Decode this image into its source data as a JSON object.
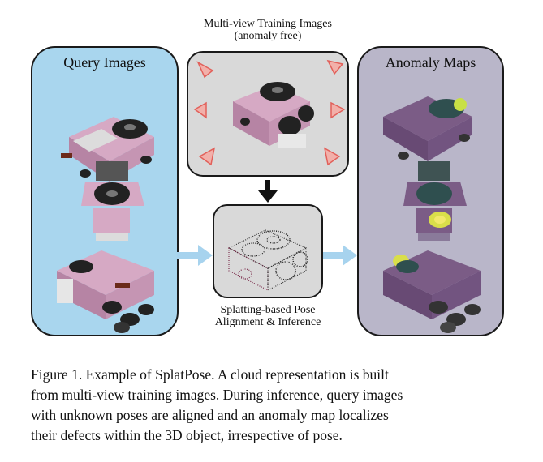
{
  "panels": {
    "query_title": "Query Images",
    "anomaly_title": "Anomaly Maps",
    "training_title_line1": "Multi-view Training Images",
    "training_title_line2": "(anomaly free)",
    "splat_title_line1": "Splatting-based Pose",
    "splat_title_line2": "Alignment & Inference"
  },
  "caption": {
    "line1": "Figure 1. Example of SplatPose. A cloud representation is built",
    "line2": "from multi-view training images. During inference, query images",
    "line3": "with unknown poses are aligned and an anomaly map localizes",
    "line4": "their defects within the 3D object, irrespective of pose."
  },
  "colors": {
    "query_bg": "#a9d6ee",
    "anomaly_bg": "#b9b6c9",
    "gray_panel": "#d9d9d9",
    "arrow_blue": "#a7d3ee",
    "toy_pink": "#d6a9c4",
    "camera_red": "#e2605a"
  }
}
